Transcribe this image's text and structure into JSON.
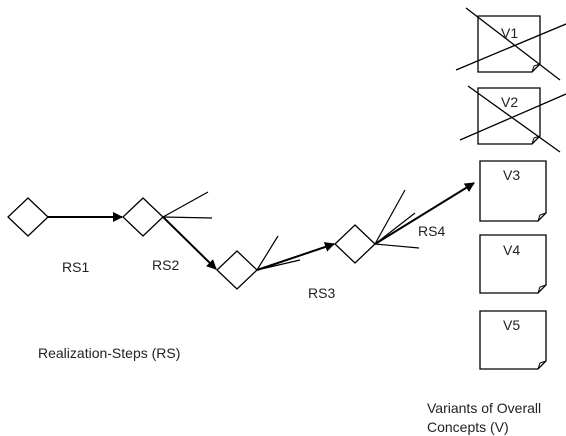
{
  "diagram": {
    "steps": [
      {
        "label": "RS1"
      },
      {
        "label": "RS2"
      },
      {
        "label": "RS3"
      },
      {
        "label": "RS4"
      }
    ],
    "variants": [
      {
        "label": "V1",
        "crossed": true
      },
      {
        "label": "V2",
        "crossed": true
      },
      {
        "label": "V3",
        "crossed": false
      },
      {
        "label": "V4",
        "crossed": false
      },
      {
        "label": "V5",
        "crossed": false
      }
    ],
    "legend_steps": "Realization-Steps (RS)",
    "legend_variants_line1": "Variants of Overall",
    "legend_variants_line2": "Concepts (V)",
    "colors": {
      "stroke": "#000000",
      "text": "#222222",
      "background": "#ffffff"
    }
  }
}
